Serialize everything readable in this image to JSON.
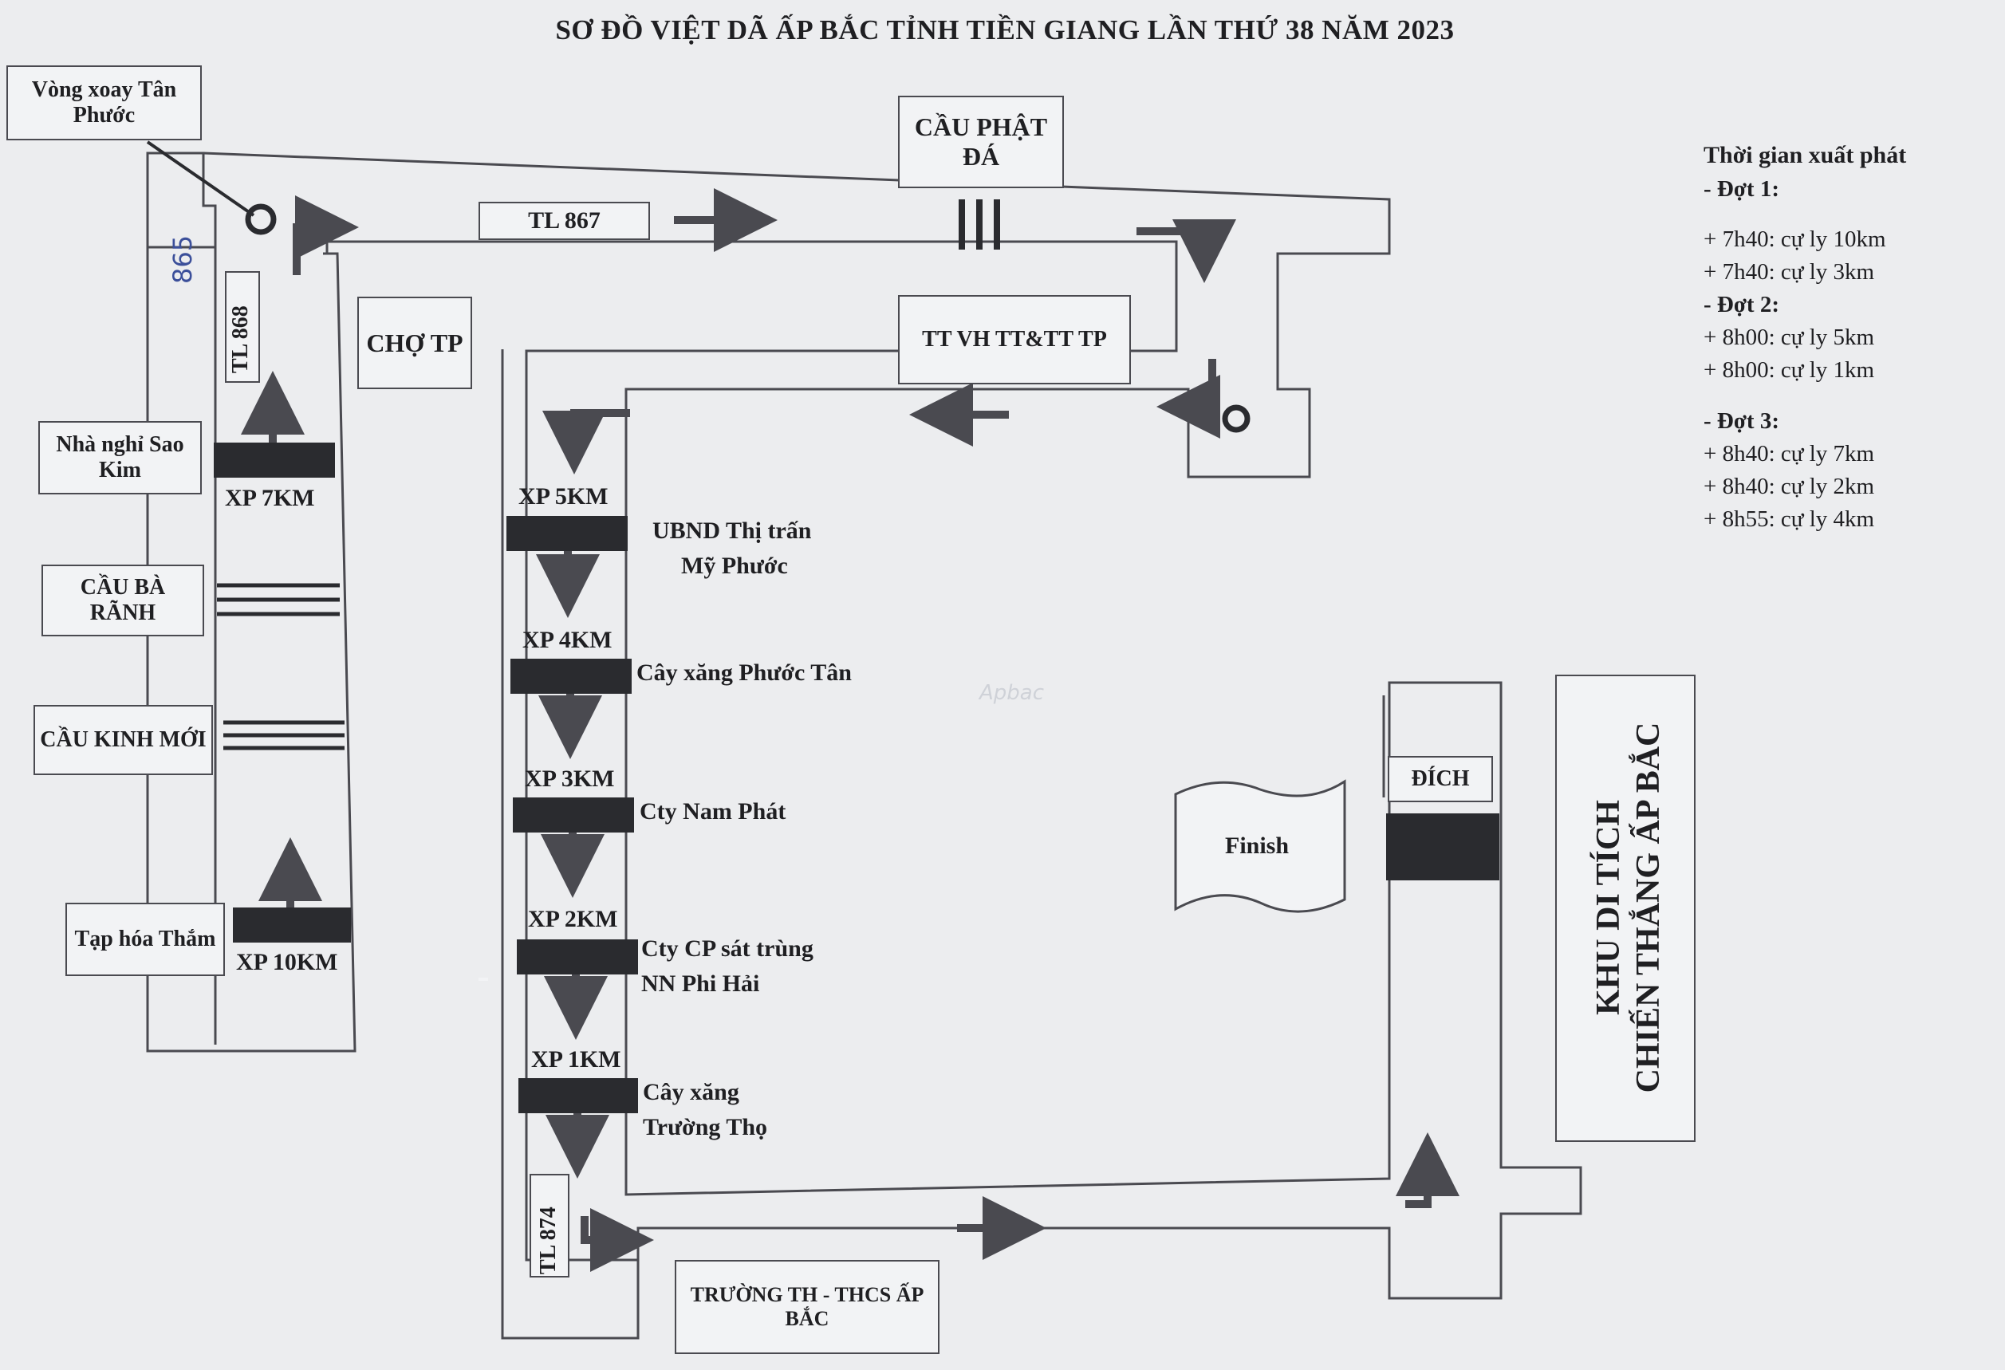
{
  "title": "SƠ ĐỒ VIỆT DÃ ẤP BẮC TỈNH TIỀN GIANG LẦN THỨ 38 NĂM 2023",
  "landmarks": {
    "vong_xoay": "Vòng xoay Tân Phước",
    "cau_phat_da": "CẦU PHẬT ĐÁ",
    "cho_tp": "CHỢ TP",
    "tt_vh": "TT VH TT&TT TP",
    "nha_nghi": "Nhà nghỉ Sao Kim",
    "cau_ba_ranh": "CẦU BÀ RÃNH",
    "cau_kinh_moi": "CẦU KINH MỚI",
    "tap_hoa": "Tạp hóa Thắm",
    "truong": "TRƯỜNG TH - THCS ẤP BẮC",
    "dich": "ĐÍCH",
    "finish": "Finish",
    "khu_di_tich_line1": "KHU DI TÍCH",
    "khu_di_tich_line2": "CHIẾN THẮNG ẤP BẮC"
  },
  "roads": {
    "tl867": "TL 867",
    "tl868": "TL 868",
    "tl874": "TL 874",
    "handwritten": "865"
  },
  "starts": {
    "xp7": "XP 7KM",
    "xp10": "XP 10KM",
    "xp5": "XP 5KM",
    "xp4": "XP 4KM",
    "xp3": "XP 3KM",
    "xp2": "XP 2KM",
    "xp1": "XP 1KM"
  },
  "places": {
    "ubnd_line1": "UBND Thị trấn",
    "ubnd_line2": "Mỹ Phước",
    "cay_xang_phuoc_tan": "Cây xăng Phước Tân",
    "cty_nam_phat": "Cty Nam Phát",
    "cty_cp_line1": "Cty CP sát trùng",
    "cty_cp_line2": "NN Phi Hải",
    "cay_xang_truong_tho_line1": "Cây xăng",
    "cay_xang_truong_tho_line2": "Trường Thọ"
  },
  "schedule": {
    "heading": "Thời gian xuất phát",
    "waves": [
      {
        "label": "- Đợt 1:",
        "items": [
          "+ 7h40: cự ly 10km",
          "+ 7h40: cự ly 3km"
        ]
      },
      {
        "label": "- Đợt 2:",
        "items": [
          "+ 8h00: cự ly 5km",
          "+ 8h00: cự ly 1km"
        ]
      },
      {
        "label": "- Đợt 3:",
        "items": [
          "+ 8h40: cự ly 7km",
          "+ 8h40: cự ly 2km",
          "+ 8h55: cự ly 4km"
        ]
      }
    ]
  },
  "watermark": "Apbac",
  "colors": {
    "paper": "#ecedef",
    "ink": "#1f1f22",
    "start_bar": "#2a2b2f",
    "handwriting": "#3b4f9a"
  }
}
